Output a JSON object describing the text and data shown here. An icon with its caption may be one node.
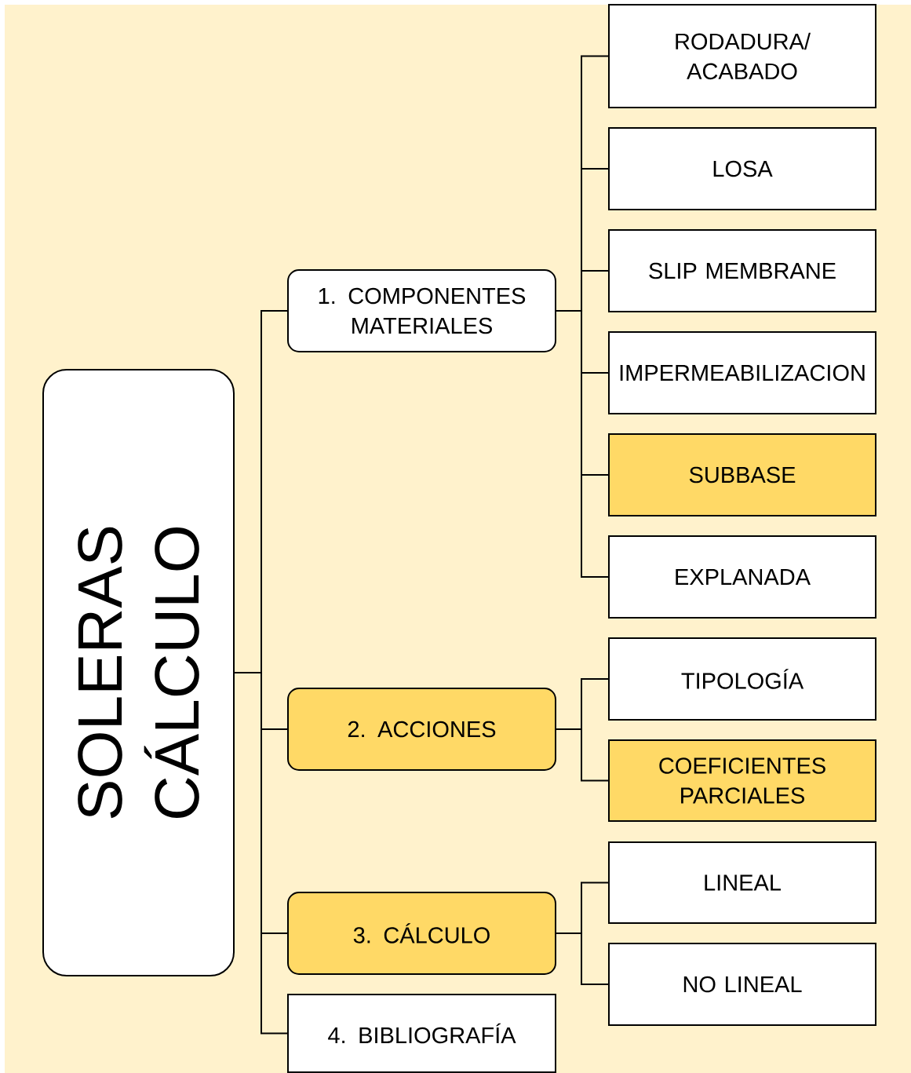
{
  "diagram": {
    "nodes": [
      {
        "text": [
          "SOLERAS CÁLCULO"
        ]
      },
      {
        "text": [
          "1. COMPONENTES MATERIALES"
        ]
      },
      {
        "text": [
          "RODADURA/ ACABADO"
        ]
      },
      {
        "text": [
          "LOSA"
        ]
      },
      {
        "text": [
          "SLIP MEMBRANE"
        ]
      },
      {
        "text": [
          "IMPERMEABILIZACION"
        ]
      },
      {
        "text": [
          "SUBBASE"
        ]
      },
      {
        "text": [
          "EXPLANADA"
        ]
      },
      {
        "text": [
          "2. ACCIONES"
        ]
      },
      {
        "text": [
          "TIPOLOGÍA"
        ]
      },
      {
        "text": [
          "COEFICIENTES PARCIALES"
        ]
      },
      {
        "text": [
          "3. CÁLCULO"
        ]
      },
      {
        "text": [
          "LINEAL"
        ]
      },
      {
        "text": [
          "NO LINEAL"
        ]
      },
      {
        "text": [
          "4. BIBLIOGRAFÍA"
        ]
      }
    ],
    "edges": [
      {
        "from": 0,
        "to": 1,
        "arrow": "none"
      },
      {
        "from": 0,
        "to": 8,
        "arrow": "none"
      },
      {
        "from": 0,
        "to": 11,
        "arrow": "none"
      },
      {
        "from": 0,
        "to": 14,
        "arrow": "none"
      },
      {
        "from": 1,
        "to": 2,
        "arrow": "none"
      },
      {
        "from": 1,
        "to": 3,
        "arrow": "none"
      },
      {
        "from": 1,
        "to": 4,
        "arrow": "none"
      },
      {
        "from": 1,
        "to": 5,
        "arrow": "none"
      },
      {
        "from": 1,
        "to": 6,
        "arrow": "none"
      },
      {
        "from": 1,
        "to": 7,
        "arrow": "none"
      },
      {
        "from": 8,
        "to": 9,
        "arrow": "none"
      },
      {
        "from": 8,
        "to": 10,
        "arrow": "none"
      },
      {
        "from": 11,
        "to": 12,
        "arrow": "none"
      },
      {
        "from": 11,
        "to": 13,
        "arrow": "none"
      }
    ]
  }
}
